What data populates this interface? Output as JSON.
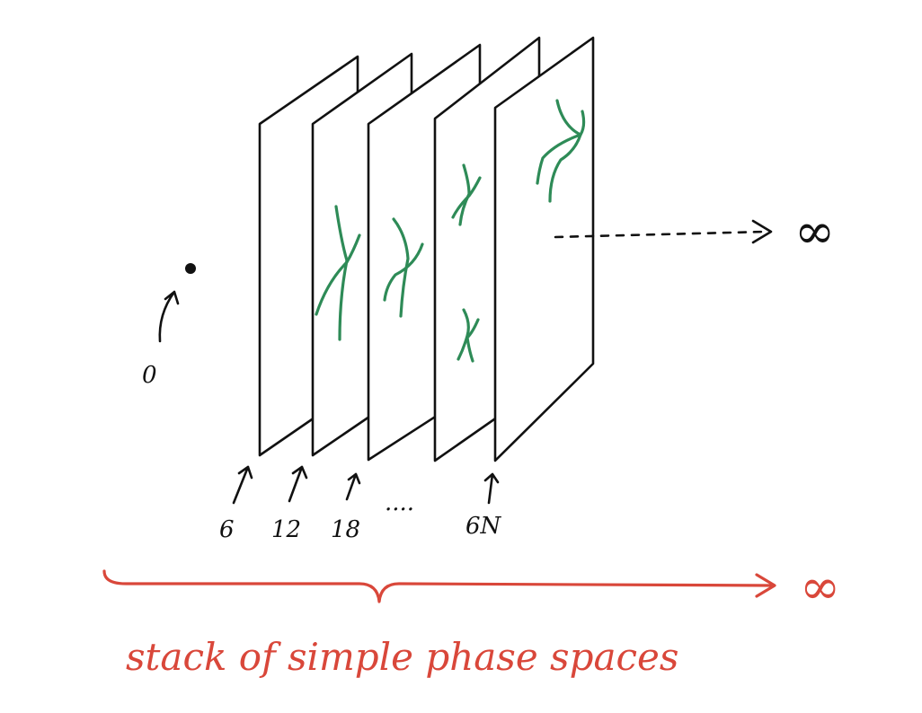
{
  "diagram": {
    "origin_label": "0",
    "layer_labels": [
      "6",
      "12",
      "18",
      "6N"
    ],
    "ellipsis": "....",
    "infinity_symbol": "∞",
    "caption": "stack of simple phase spaces",
    "colors": {
      "ink": "#111111",
      "curves": "#2e8b57",
      "annotation": "#d9473a"
    }
  }
}
